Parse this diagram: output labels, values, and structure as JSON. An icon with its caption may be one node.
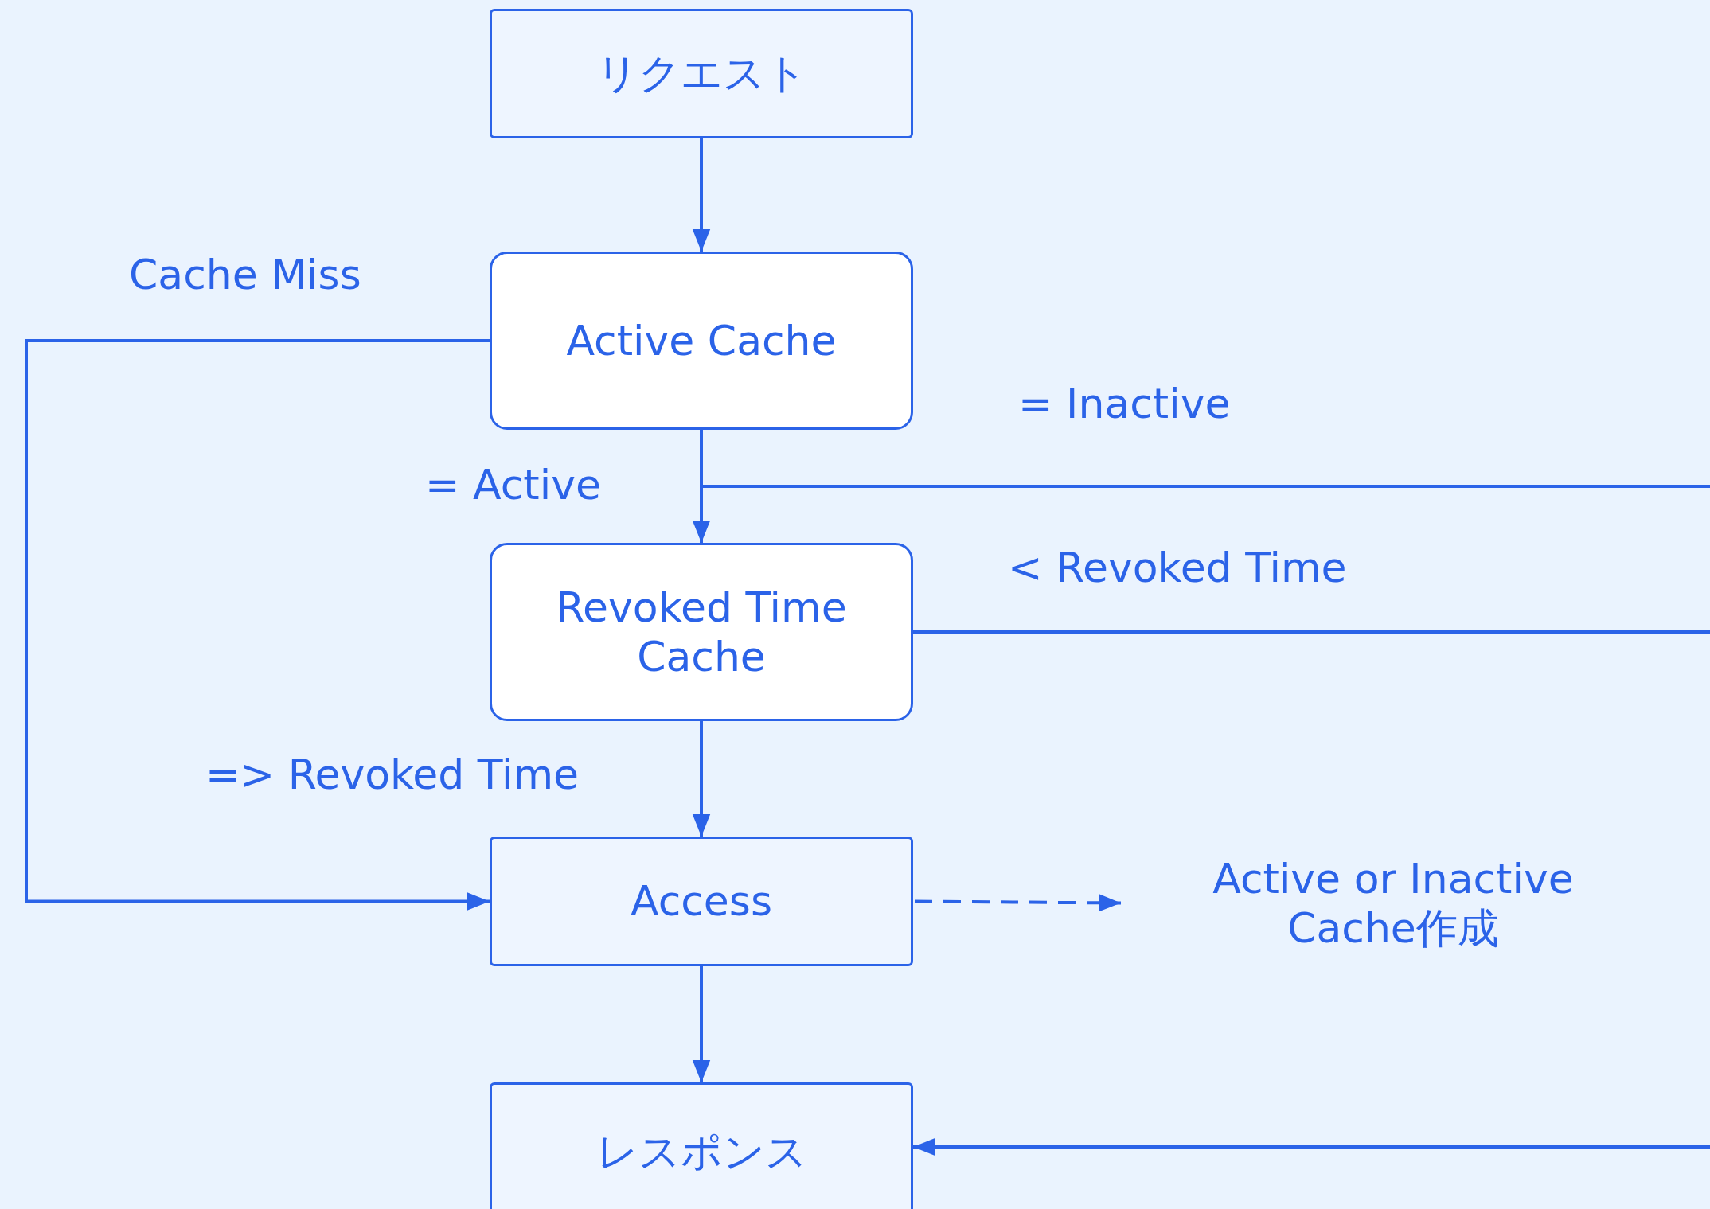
{
  "diagram": {
    "nodes": [
      {
        "text": [
          "リクエスト"
        ]
      },
      {
        "text": [
          "Active Cache"
        ]
      },
      {
        "text": [
          "Revoked Time Cache"
        ]
      },
      {
        "text": [
          "Access"
        ]
      },
      {
        "text": [
          "レスポンス"
        ]
      },
      {
        "text": [
          "Active or Inactive Cache作成"
        ]
      }
    ],
    "edges": [
      {
        "from": 0,
        "to": 1,
        "arrow": "to"
      },
      {
        "from": 1,
        "to": 2,
        "arrow": "to",
        "label": "= Active"
      },
      {
        "from": 1,
        "to": null,
        "arrow": "none",
        "label": "= Inactive"
      },
      {
        "from": 1,
        "to": 3,
        "arrow": "to",
        "label": "Cache Miss"
      },
      {
        "from": 2,
        "to": null,
        "arrow": "none",
        "label": "< Revoked Time"
      },
      {
        "from": 2,
        "to": 3,
        "arrow": "to",
        "label": "=> Revoked Time"
      },
      {
        "from": 3,
        "to": 5,
        "arrow": "to",
        "style": "dashed"
      },
      {
        "from": 3,
        "to": 4,
        "arrow": "to"
      },
      {
        "from": null,
        "to": 4,
        "arrow": "to"
      }
    ]
  }
}
